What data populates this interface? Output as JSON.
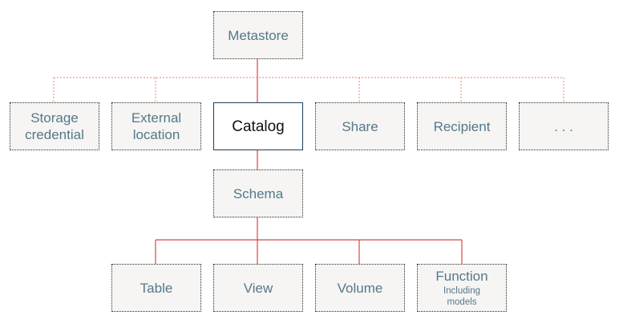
{
  "colors": {
    "connector_solid": "#d6483f",
    "connector_dotted": "#e89a8a",
    "node_fill": "#f6f5f3",
    "node_text": "#55788a",
    "highlight_border": "#1f3d56",
    "highlight_text": "#111111"
  },
  "nodes": {
    "metastore": {
      "label": "Metastore"
    },
    "storage_credential": {
      "label": "Storage\ncredential"
    },
    "external_location": {
      "label": "External\nlocation"
    },
    "catalog": {
      "label": "Catalog"
    },
    "share": {
      "label": "Share"
    },
    "recipient": {
      "label": "Recipient"
    },
    "more": {
      "label": ". . ."
    },
    "schema": {
      "label": "Schema"
    },
    "table": {
      "label": "Table"
    },
    "view": {
      "label": "View"
    },
    "volume": {
      "label": "Volume"
    },
    "function": {
      "label": "Function",
      "sublabel": "Including\nmodels"
    }
  }
}
